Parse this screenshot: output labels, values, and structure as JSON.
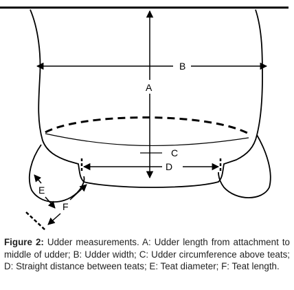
{
  "diagram": {
    "labels": {
      "a": "A",
      "b": "B",
      "c": "C",
      "d": "D",
      "e": "E",
      "f": "F"
    }
  },
  "caption": {
    "figure_label": "Figure 2:",
    "text": "Udder measurements. A: Udder length from attachment to middle of udder; B: Udder width; C: Udder circumference above teats; D: Straight distance between teats; E: Teat diameter; F: Teat length."
  }
}
